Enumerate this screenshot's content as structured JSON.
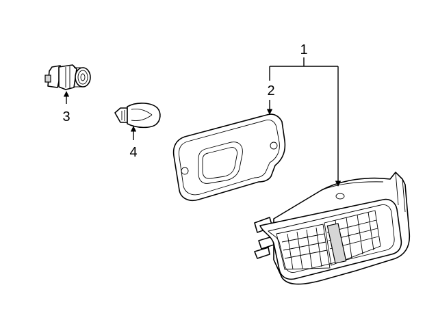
{
  "callouts": {
    "c1": "1",
    "c2": "2",
    "c3": "3",
    "c4": "4"
  },
  "colors": {
    "line": "#000000",
    "background": "#ffffff",
    "shade": "#d6d6d6"
  },
  "parts": {
    "p1": "lamp-housing-icon",
    "p2": "lens-gasket-icon",
    "p3": "bulb-socket-icon",
    "p4": "wedge-bulb-icon"
  }
}
